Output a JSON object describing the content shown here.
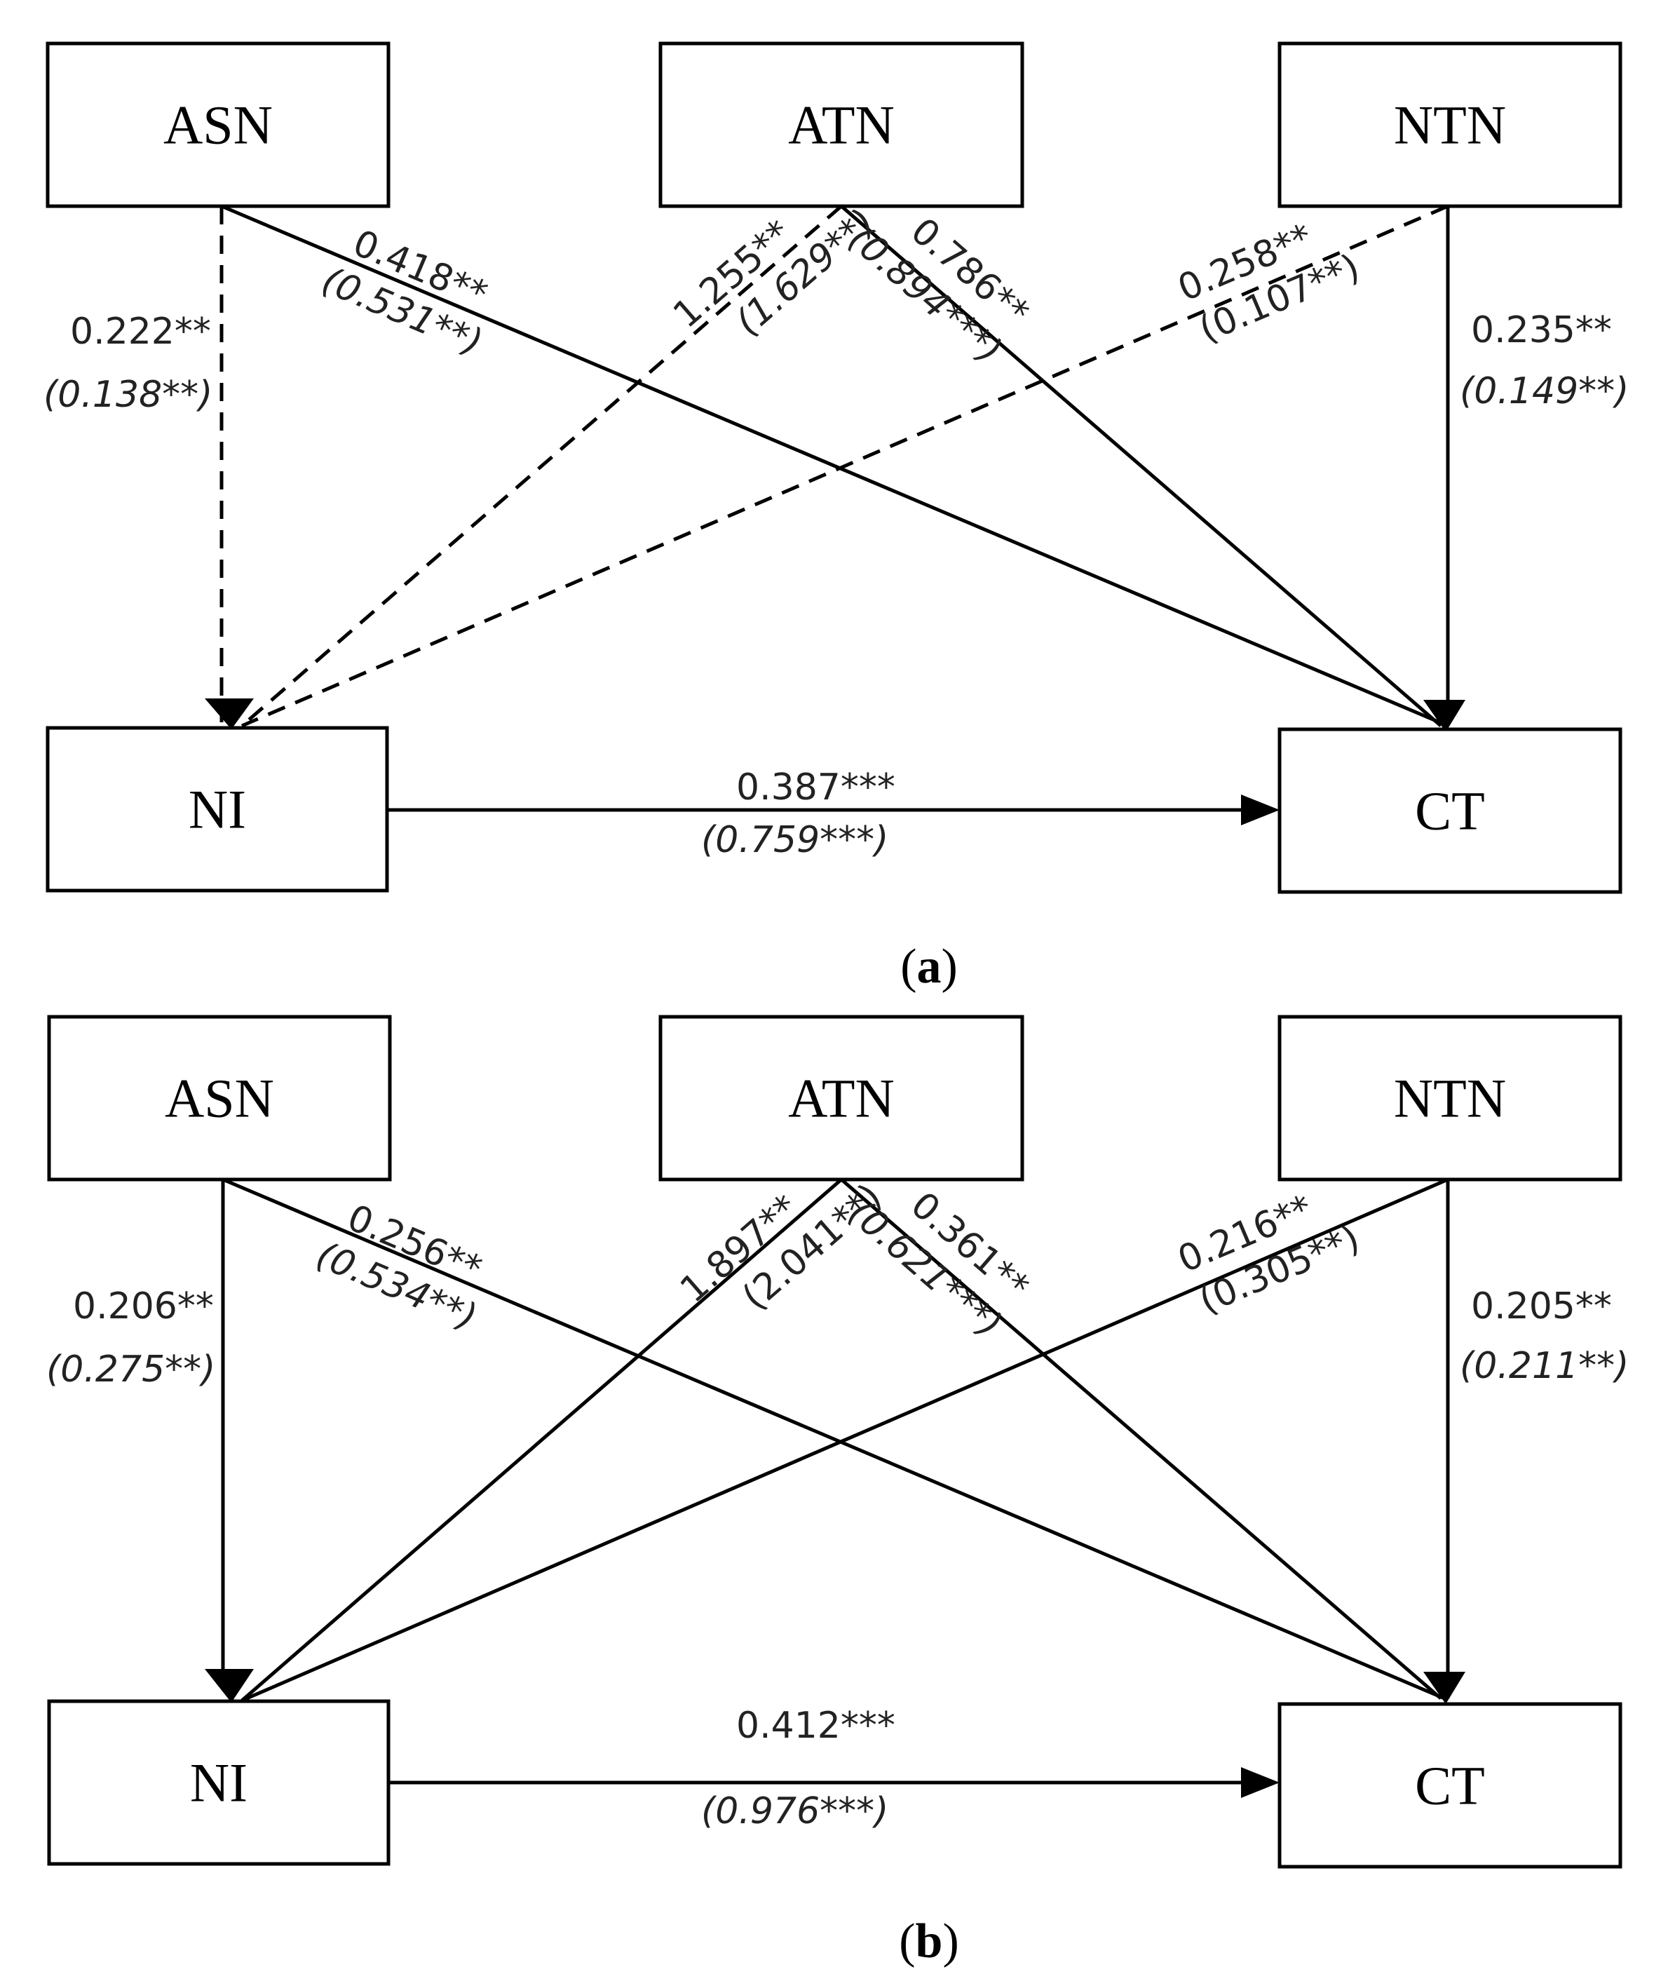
{
  "panels": [
    {
      "id": "a",
      "label": "a",
      "nodes": {
        "ASN": "ASN",
        "ATN": "ATN",
        "NTN": "NTN",
        "NI": "NI",
        "CT": "CT"
      },
      "edges": [
        {
          "from": "ASN",
          "to": "NI",
          "style": "dashed",
          "coef": "0.222**",
          "coef2": "(0.138**)"
        },
        {
          "from": "ASN",
          "to": "CT",
          "style": "solid",
          "coef": "0.418**",
          "coef2": "(0.531**)"
        },
        {
          "from": "ATN",
          "to": "NI",
          "style": "dashed",
          "coef": "1.255**",
          "coef2": "(1.629**)"
        },
        {
          "from": "ATN",
          "to": "CT",
          "style": "solid",
          "coef": "0.786**",
          "coef2": "(0.894***)"
        },
        {
          "from": "NTN",
          "to": "NI",
          "style": "dashed",
          "coef": "0.258**",
          "coef2": "(0.107**)"
        },
        {
          "from": "NTN",
          "to": "CT",
          "style": "solid",
          "coef": "0.235**",
          "coef2": "(0.149**)"
        },
        {
          "from": "NI",
          "to": "CT",
          "style": "solid",
          "coef": "0.387***",
          "coef2": "(0.759***)"
        }
      ]
    },
    {
      "id": "b",
      "label": "b",
      "nodes": {
        "ASN": "ASN",
        "ATN": "ATN",
        "NTN": "NTN",
        "NI": "NI",
        "CT": "CT"
      },
      "edges": [
        {
          "from": "ASN",
          "to": "NI",
          "style": "solid",
          "coef": "0.206**",
          "coef2": "(0.275**)"
        },
        {
          "from": "ASN",
          "to": "CT",
          "style": "solid",
          "coef": "0.256**",
          "coef2": "(0.534**)"
        },
        {
          "from": "ATN",
          "to": "NI",
          "style": "solid",
          "coef": "1.897**",
          "coef2": "(2.041**)"
        },
        {
          "from": "ATN",
          "to": "CT",
          "style": "solid",
          "coef": "0.361**",
          "coef2": "(0.621***)"
        },
        {
          "from": "NTN",
          "to": "NI",
          "style": "solid",
          "coef": "0.216**",
          "coef2": "(0.305**)"
        },
        {
          "from": "NTN",
          "to": "CT",
          "style": "solid",
          "coef": "0.205**",
          "coef2": "(0.211**)"
        },
        {
          "from": "NI",
          "to": "CT",
          "style": "solid",
          "coef": "0.412***",
          "coef2": "(0.976***)"
        }
      ]
    }
  ],
  "colors": {
    "stroke": "#000000",
    "text": "#222222",
    "background": "#ffffff"
  }
}
